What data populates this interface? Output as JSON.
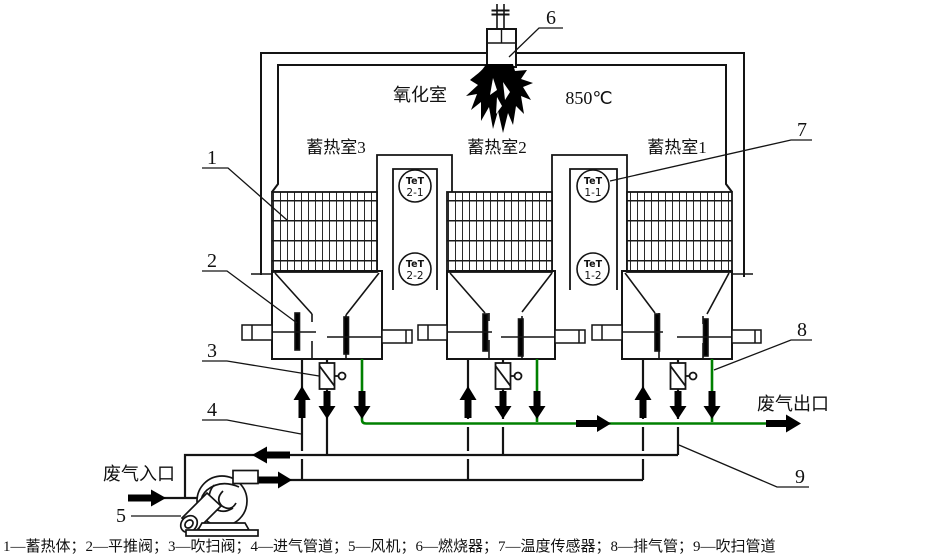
{
  "diagram": {
    "oxidation_chamber": "氧化室",
    "temperature": "850℃",
    "chamber_labels": [
      "蓄热室3",
      "蓄热室2",
      "蓄热室1"
    ],
    "inlet_label": "废气入口",
    "outlet_label": "废气出口",
    "sensors": [
      {
        "line1": "TeT",
        "line2": "2-1"
      },
      {
        "line1": "TeT",
        "line2": "2-2"
      },
      {
        "line1": "TeT",
        "line2": "1-1"
      },
      {
        "line1": "TeT",
        "line2": "1-2"
      }
    ],
    "callouts": [
      "1",
      "2",
      "3",
      "4",
      "5",
      "6",
      "7",
      "8",
      "9"
    ],
    "legend": "1—蓄热体；2—平推阀；3—吹扫阀；4—进气管道；5—风机；6—燃烧器；7—温度传感器；8—排气管；9—吹扫管道",
    "colors": {
      "exhaust": "#008000",
      "line": "#141414"
    }
  }
}
